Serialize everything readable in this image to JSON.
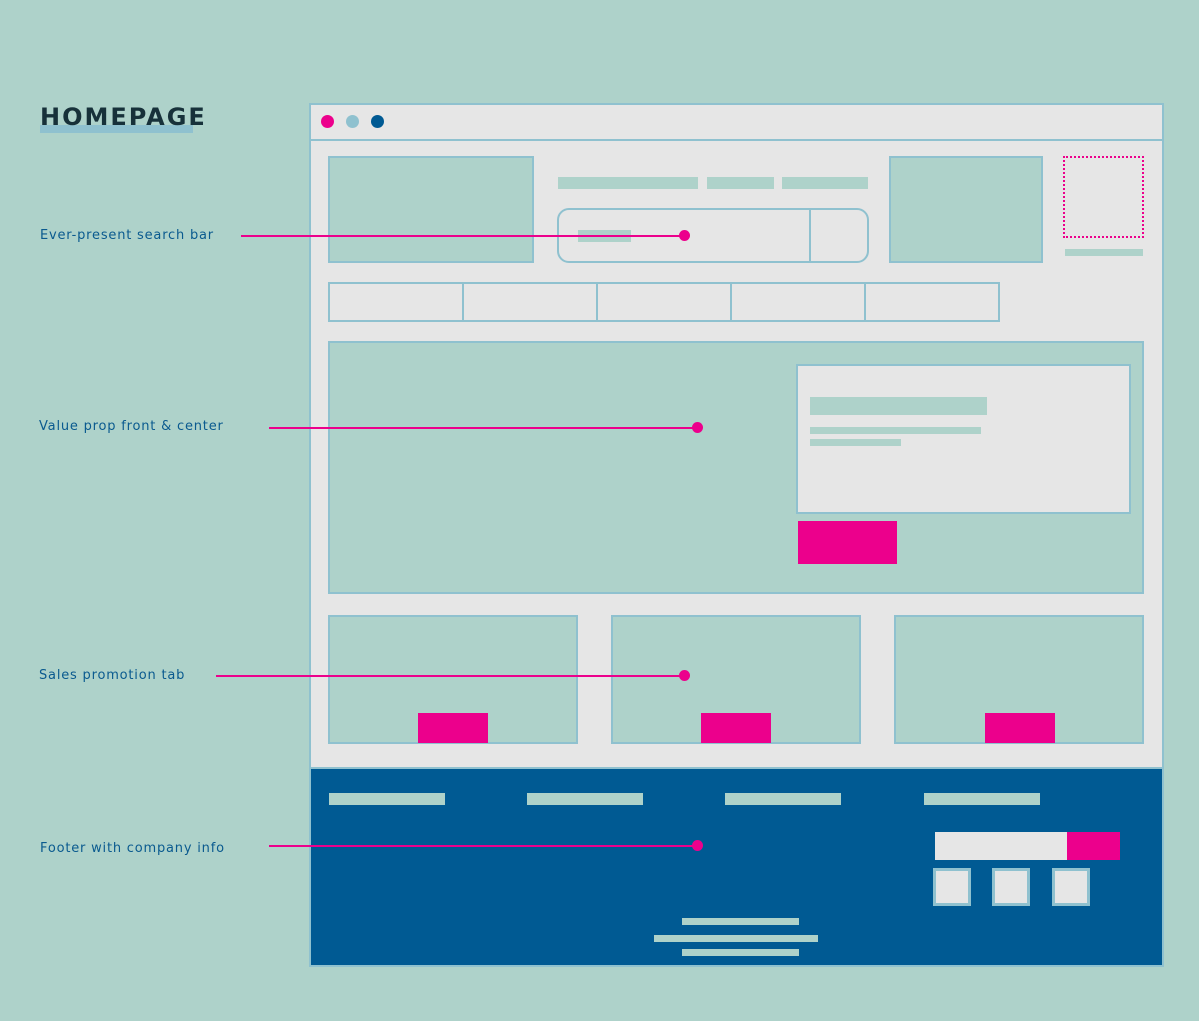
{
  "title": "HOMEPAGE",
  "callouts": [
    {
      "label": "Ever-present search bar"
    },
    {
      "label": "Value prop front & center"
    },
    {
      "label": "Sales promotion tab"
    },
    {
      "label": "Footer with company info"
    }
  ],
  "colors": {
    "background": "#aed2ca",
    "accent": "#ec008c",
    "outline": "#8fc1cf",
    "footer": "#005a93",
    "panel": "#e6e6e6",
    "title": "#17313a"
  },
  "wireframe": {
    "nav_items_count": 5,
    "promo_tiles_count": 3,
    "footer_columns_count": 4,
    "social_icons_count": 3
  }
}
